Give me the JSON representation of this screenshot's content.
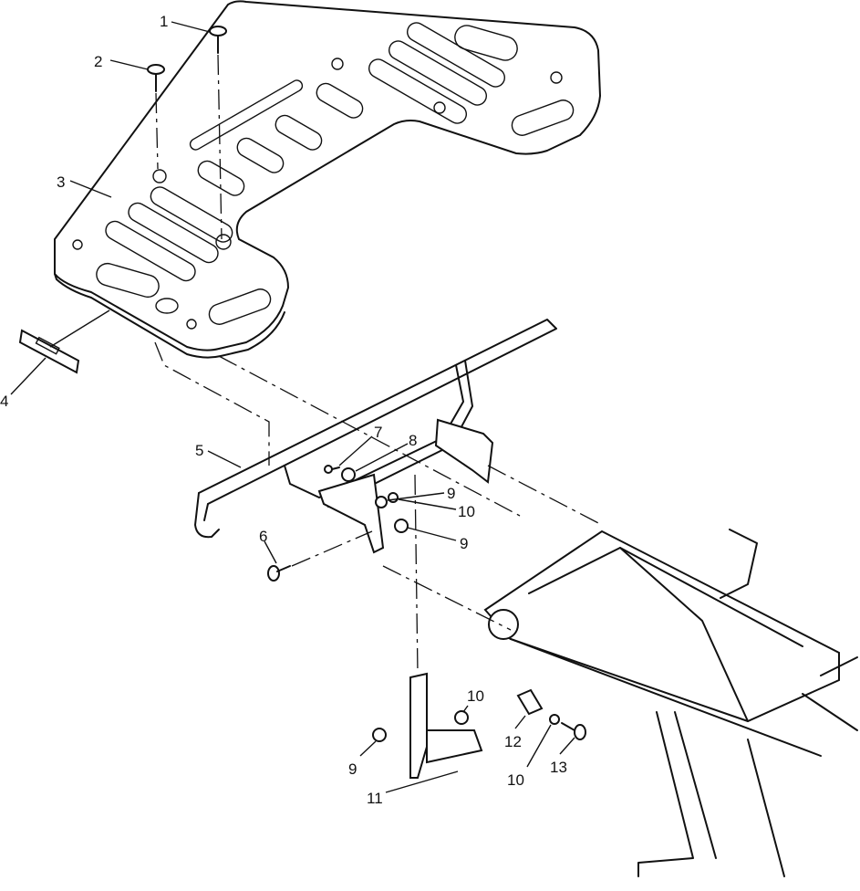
{
  "callouts": [
    {
      "id": "c1",
      "text": "1"
    },
    {
      "id": "c2",
      "text": "2"
    },
    {
      "id": "c3",
      "text": "3"
    },
    {
      "id": "c4",
      "text": "4"
    },
    {
      "id": "c5",
      "text": "5"
    },
    {
      "id": "c6",
      "text": "6"
    },
    {
      "id": "c7",
      "text": "7"
    },
    {
      "id": "c8",
      "text": "8"
    },
    {
      "id": "c9a",
      "text": "9"
    },
    {
      "id": "c10a",
      "text": "10"
    },
    {
      "id": "c9b",
      "text": "9"
    },
    {
      "id": "c10b",
      "text": "10"
    },
    {
      "id": "c9c",
      "text": "9"
    },
    {
      "id": "c11",
      "text": "11"
    },
    {
      "id": "c12",
      "text": "12"
    },
    {
      "id": "c10c",
      "text": "10"
    },
    {
      "id": "c13",
      "text": "13"
    }
  ]
}
